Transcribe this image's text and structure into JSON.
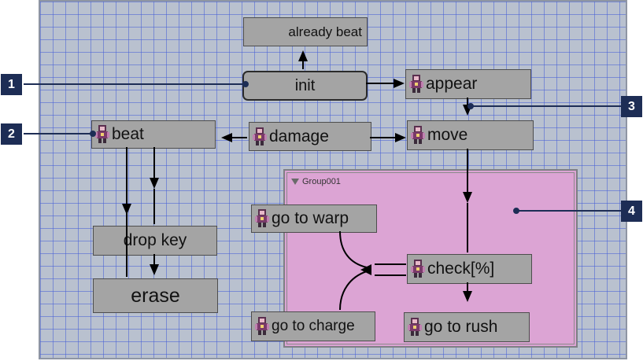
{
  "colors": {
    "canvas": "#b9c1cf",
    "grid": "#465fd7",
    "node_fill": "#a4a4a4",
    "group_fill": "#dca4d4",
    "badge": "#1d2d55",
    "wire": "#000000"
  },
  "nodes": {
    "already_beat": "already beat",
    "init": "init",
    "appear": "appear",
    "beat": "beat",
    "damage": "damage",
    "move": "move",
    "drop_key": "drop key",
    "erase": "erase",
    "go_to_warp": "go to warp",
    "check": "check[%]",
    "go_to_charge": "go to charge",
    "go_to_rush": "go to rush"
  },
  "group": {
    "title": "Group001",
    "collapse_icon": "triangle-down-icon"
  },
  "node_icon": "character-sprite-icon",
  "callouts": [
    "1",
    "2",
    "3",
    "4"
  ]
}
